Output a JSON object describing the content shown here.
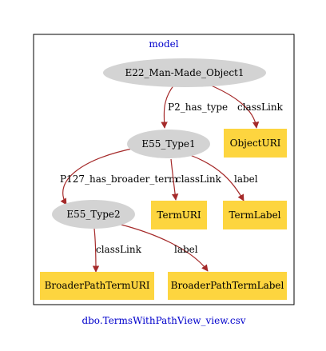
{
  "diagram": {
    "cluster_label": "model",
    "caption": "dbo.TermsWithPathView_view.csv",
    "colors": {
      "link_text": "#0000cc",
      "class_node_fill": "#d3d3d3",
      "literal_node_fill": "#fdd53f",
      "edge": "#a52a2a",
      "border": "#000000"
    },
    "nodes": {
      "e22": "E22_Man-Made_Object1",
      "type1": "E55_Type1",
      "type2": "E55_Type2",
      "object_uri": "ObjectURI",
      "term_uri": "TermURI",
      "term_label": "TermLabel",
      "broader_uri": "BroaderPathTermURI",
      "broader_label": "BroaderPathTermLabel"
    },
    "edges": {
      "e22_type1": "P2_has_type",
      "e22_objecturi": "classLink",
      "type1_type2": "P127_has_broader_term",
      "type1_termuri": "classLink",
      "type1_termlabel": "label",
      "type2_broaderuri": "classLink",
      "type2_broaderlabel": "label"
    }
  }
}
